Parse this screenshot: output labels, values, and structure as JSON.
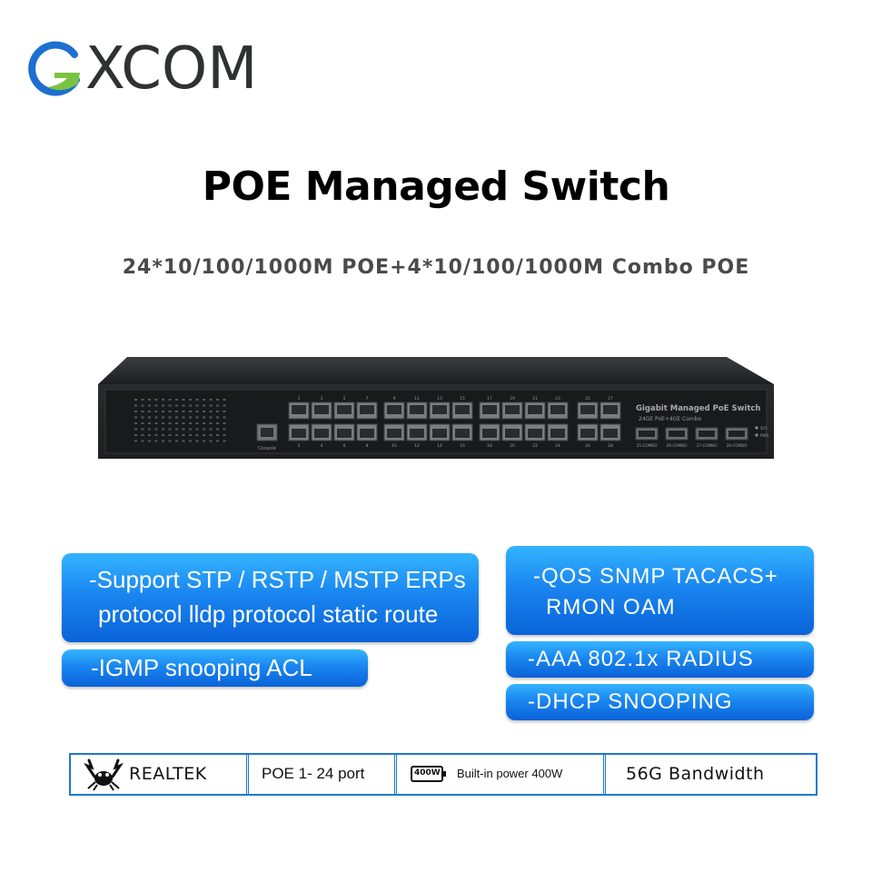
{
  "brand": {
    "logo_text": "XCOM",
    "logo_letter": "G"
  },
  "headline": {
    "title": "POE Managed Switch",
    "subtitle": "24*10/100/1000M POE+4*10/100/1000M Combo POE"
  },
  "device": {
    "model_label": "Gigabit Managed PoE Switch",
    "model_sub": "24GE PoE+4GE Combo",
    "console_label": "Console",
    "port_top_numbers": [
      "1",
      "3",
      "5",
      "7",
      "9",
      "11",
      "13",
      "15",
      "17",
      "19",
      "21",
      "23",
      "25",
      "27"
    ],
    "port_bottom_numbers": [
      "2",
      "4",
      "6",
      "8",
      "10",
      "12",
      "14",
      "16",
      "18",
      "20",
      "22",
      "24",
      "26",
      "28"
    ],
    "sfp_labels": [
      "25-COMBO",
      "26-COMBO",
      "27-COMBO",
      "28-COMBO"
    ],
    "led_labels": [
      "SYS",
      "PWR"
    ]
  },
  "features": {
    "box1": {
      "line1": "-Support STP / RSTP / MSTP ERPs",
      "line2": "protocol lldp protocol static route"
    },
    "box2": {
      "line1": "-IGMP snooping ACL"
    },
    "box3": {
      "line1": "-QOS SNMP  TACACS+",
      "line2": "RMON OAM"
    },
    "box4": {
      "line1": "-AAA 802.1x RADIUS"
    },
    "box5": {
      "line1": "-DHCP SNOOPING"
    }
  },
  "specs": {
    "chip": "REALTEK",
    "poe_ports": "POE 1- 24 port",
    "power_badge": "400W",
    "power_text": "Built-in power 400W",
    "bandwidth": "56G Bandwidth"
  },
  "colors": {
    "accent_blue": "#1a86f0",
    "logo_green": "#7cc242",
    "logo_blue": "#1d6fd0",
    "text_dark": "#2f3133"
  }
}
